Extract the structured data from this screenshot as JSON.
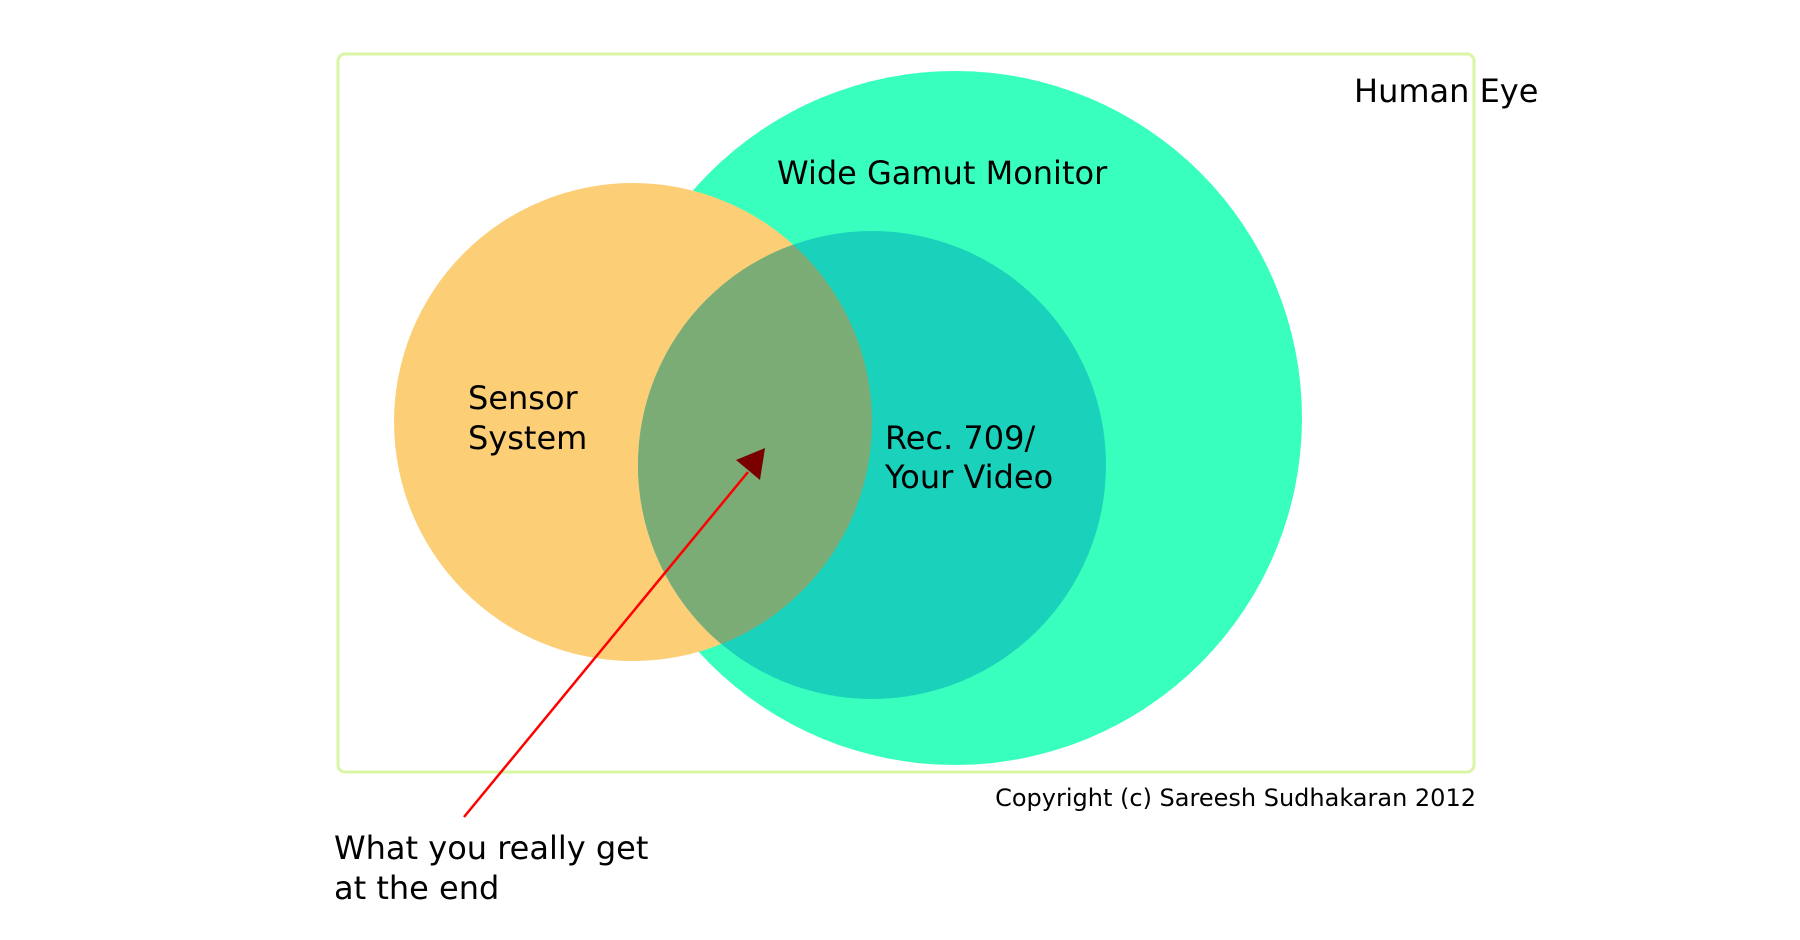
{
  "labels": {
    "human_eye": "Human Eye",
    "wide_gamut": "Wide Gamut Monitor",
    "sensor_line1": "Sensor",
    "sensor_line2": "System",
    "rec709_line1": "Rec. 709/",
    "rec709_line2": "Your Video",
    "annotation_line1": "What you really get",
    "annotation_line2": "at the end",
    "copyright": "Copyright (c) Sareesh Sudhakaran 2012"
  },
  "colors": {
    "frame_border": "#d9f5a6",
    "wide_gamut_fill": "#38ffbe",
    "sensor_fill": "#fccf77",
    "rec709_fill": "#1ad1bb",
    "overlap_fill": "#7bac76",
    "arrow_line": "#ff0000",
    "arrow_head": "#7a0000"
  }
}
